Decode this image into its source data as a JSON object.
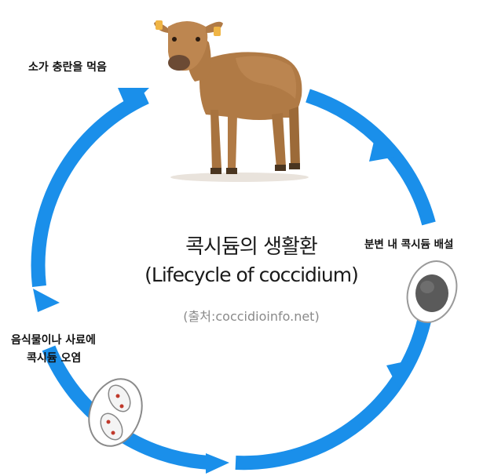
{
  "diagram": {
    "title": "콕시듐의 생활환",
    "subtitle": "(Lifecycle of coccidium)",
    "source": "(출처:coccidioinfo.net)",
    "steps": [
      {
        "label": "소가 충란을 먹음"
      },
      {
        "label": "분변 내 콕시듐 배설"
      },
      {
        "label_line1": "음식물이나 사료에",
        "label_line2": "콕시듐 오염"
      }
    ],
    "colors": {
      "arrow": "#1a8fea",
      "oocyst_dark": "#555555",
      "calf": "#b07a45"
    },
    "icons": [
      "calf-image",
      "oocyst-icon",
      "sporulated-oocyst-icon"
    ]
  }
}
